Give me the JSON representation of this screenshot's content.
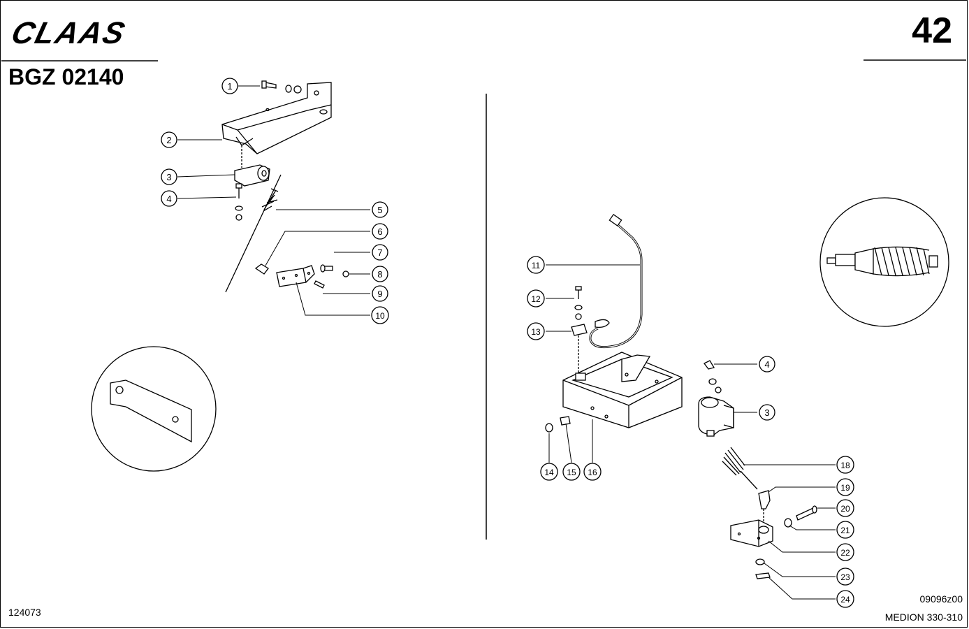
{
  "header": {
    "brand": "CLAAS",
    "page_number": "42",
    "document_code": "BGZ 02140"
  },
  "footer": {
    "left_code": "124073",
    "drawing_code": "09096z00",
    "model": "MEDION 330-310"
  },
  "callouts": [
    {
      "id": "c1",
      "label": "1"
    },
    {
      "id": "c2",
      "label": "2"
    },
    {
      "id": "c3",
      "label": "3"
    },
    {
      "id": "c4",
      "label": "4"
    },
    {
      "id": "c5",
      "label": "5"
    },
    {
      "id": "c6",
      "label": "6"
    },
    {
      "id": "c7",
      "label": "7"
    },
    {
      "id": "c8",
      "label": "8"
    },
    {
      "id": "c9",
      "label": "9"
    },
    {
      "id": "c10",
      "label": "10"
    },
    {
      "id": "c11",
      "label": "11"
    },
    {
      "id": "c12",
      "label": "12"
    },
    {
      "id": "c13",
      "label": "13"
    },
    {
      "id": "c4r",
      "label": "4"
    },
    {
      "id": "c3r",
      "label": "3"
    },
    {
      "id": "c14",
      "label": "14"
    },
    {
      "id": "c15",
      "label": "15"
    },
    {
      "id": "c16",
      "label": "16"
    },
    {
      "id": "c18",
      "label": "18"
    },
    {
      "id": "c19",
      "label": "19"
    },
    {
      "id": "c20",
      "label": "20"
    },
    {
      "id": "c21",
      "label": "21"
    },
    {
      "id": "c22",
      "label": "22"
    },
    {
      "id": "c23",
      "label": "23"
    },
    {
      "id": "c24",
      "label": "24"
    }
  ]
}
